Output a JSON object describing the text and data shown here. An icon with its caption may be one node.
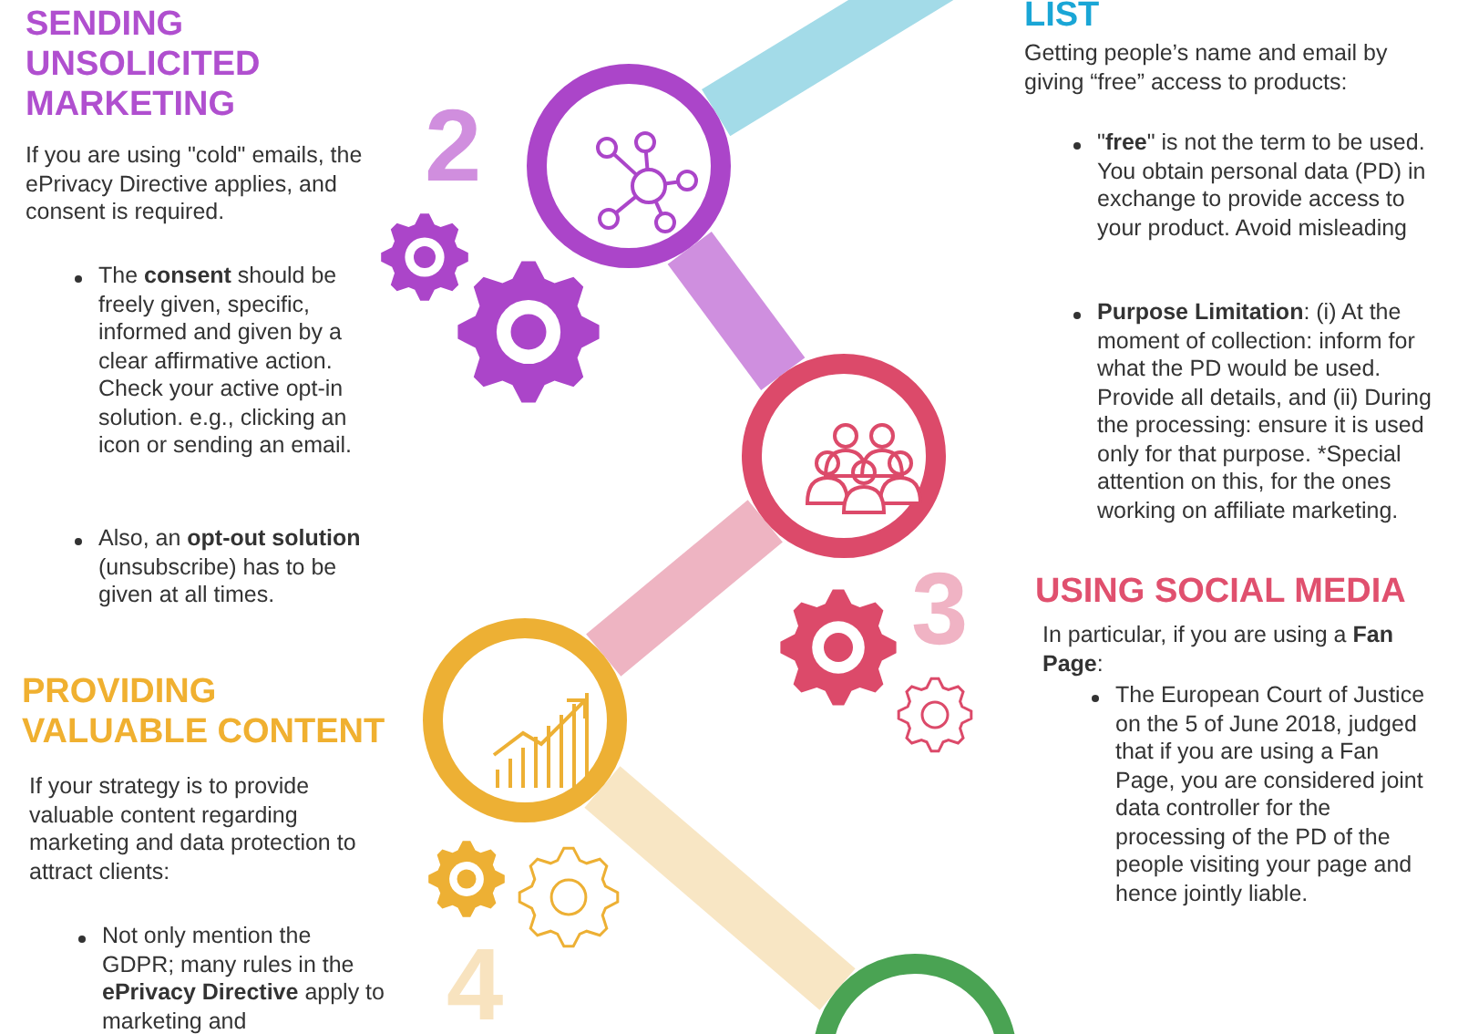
{
  "diagram": {
    "nodes": [
      {
        "text": [],
        "shape": "circle"
      },
      {
        "text": [],
        "shape": "circle"
      },
      {
        "text": [],
        "shape": "circle"
      },
      {
        "text": [],
        "shape": "circle"
      }
    ],
    "edges": [
      {
        "from": null,
        "to": 0,
        "arrow": "none",
        "color": "#a3dbe8"
      },
      {
        "from": 0,
        "to": 1,
        "arrow": "none",
        "color": "#cf8fdf"
      },
      {
        "from": 1,
        "to": 2,
        "arrow": "none",
        "color": "#eeb4c2"
      },
      {
        "from": 2,
        "to": 3,
        "arrow": "none",
        "color": "#f8e6c4"
      }
    ],
    "labels": [
      "SENDING UNSOLICITED MARKETING",
      "If you are using \"cold\" emails, the ePrivacy Directive applies, and consent is required.",
      "The **consent** should be freely given, specific, informed and given by a clear affirmative action. Check your active opt-in solution. e.g., clicking an icon or sending an email.",
      "Also, an **opt-out solution** (unsubscribe) has to be given at all times.",
      "2",
      "LIST",
      "Getting people’s name and email by giving “free” access to products:",
      "\"**free**\" is not the term to be used. You obtain personal data (PD) in exchange to provide access to your product. Avoid misleading",
      "**Purpose Limitation**: (i) At the moment of collection: inform for what the PD would be used. Provide all details, and (ii) During the processing: ensure it is used only for that purpose. *Special attention on this, for the ones working on affiliate marketing.",
      "3",
      "USING SOCIAL MEDIA",
      "In particular, if you are using a **Fan Page**:",
      "The European Court of Justice on the 5 of June 2018, judged that if you are using a Fan Page, you are considered joint data controller for the processing of the PD of the people visiting your page and hence jointly liable.",
      "PROVIDING VALUABLE CONTENT",
      "If your strategy is to provide valuable content regarding marketing and data protection to attract clients:",
      "Not only mention the GDPR; many rules in the **ePrivacy Directive** apply to marketing and",
      "4"
    ]
  }
}
